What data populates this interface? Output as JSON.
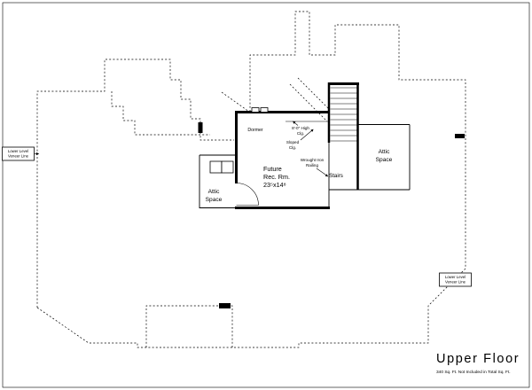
{
  "title_block": {
    "title": "Upper Floor",
    "subtitle": "340 Sq. Ft. Not Included in Total Sq. Ft."
  },
  "rooms": {
    "future_rec": {
      "line1": "Future",
      "line2": "Rec. Rm.",
      "dims": "23⁵x14⁸"
    },
    "attic_left": {
      "line1": "Attic",
      "line2": "Space"
    },
    "attic_right": {
      "line1": "Attic",
      "line2": "Space"
    },
    "stairs": {
      "label": "Stairs"
    },
    "dormer": {
      "label": "Dormer"
    }
  },
  "annotations": {
    "high_clg": {
      "line1": "8'-0\" High",
      "line2": "Clg."
    },
    "sloped_clg": {
      "line1": "Sloped",
      "line2": "Clg."
    },
    "railing": {
      "line1": "Wrought Iron",
      "line2": "Railing"
    },
    "veneer_left": {
      "line1": "Lower Level",
      "line2": "Veneer Line"
    },
    "veneer_right": {
      "line1": "Lower Level",
      "line2": "Veneer Line"
    }
  },
  "colors": {
    "ink": "#000000",
    "paper": "#ffffff"
  }
}
